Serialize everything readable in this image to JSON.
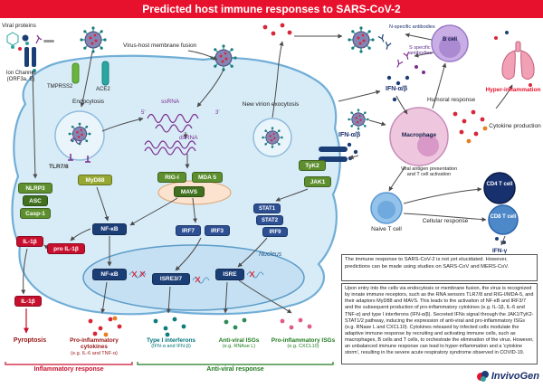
{
  "title": "Predicted host immune responses to SARS-CoV-2",
  "cell": {
    "viral_proteins": "Viral proteins",
    "ion_channel": "Ion Channel (ORF3a, E)",
    "tmprss2": "TMPRSS2",
    "ace2": "ACE2",
    "endocytosis": "Endocytosis",
    "membrane_fusion": "Virus-host membrane fusion",
    "ssrna": "ssRNA",
    "five_prime": "5'",
    "three_prime": "3'",
    "dsrna": "dsRNA",
    "new_virion_exocytosis": "New virion exocytosis",
    "tlr7_8": "TLR7/8",
    "myd88": "MyD88",
    "nlrp3": "NLRP3",
    "asc": "ASC",
    "casp1": "Casp-1",
    "il1b": "IL-1β",
    "pro_il1b": "pro IL-1β",
    "il1b_secreted": "IL-1β",
    "rig_i": "RIG-I",
    "mda5": "MDA 5",
    "mavs": "MAVS",
    "nfkb": "NF-κB",
    "irf7": "IRF7",
    "irf3": "IRF3",
    "tyk2": "TyK2",
    "jak1": "JAK1",
    "stat1": "STAT1",
    "stat2": "STAT2",
    "irf9": "IRF9",
    "nucleus_label": "Nucleus",
    "nfkb_element": "NF-κB",
    "isre3_7": "ISRE3/7",
    "isre": "ISRE"
  },
  "outputs": {
    "pyroptosis": "Pyroptosis",
    "pro_inflammatory_cytokines": "Pro-inflammatory cytokines",
    "pro_inflammatory_cytokines_eg": "(e.g. IL-6 and TNF-α)",
    "type_i_interferons": "Type I interferons",
    "type_i_interferons_eg": "(IFN-α and IFN-β)",
    "anti_viral_isgs": "Anti-viral ISGs",
    "anti_viral_isgs_eg": "(e.g. RNAse L)",
    "pro_inflammatory_isgs": "Pro-inflammatory ISGs",
    "pro_inflammatory_isgs_eg": "(e.g. CXCL10)",
    "inflammatory_response": "Inflammatory response",
    "anti_viral_response": "Anti-viral response"
  },
  "adaptive": {
    "n_specific_antibodies": "N-specific antibodies",
    "s_specific_antibodies": "S specific antibodies",
    "b_cell": "B cell",
    "ifn_alpha_beta": "IFN-α/β",
    "ifn_alpha_beta_receptor": "IFN-α/β",
    "humoral_response": "Humoral response",
    "hyper_inflammation": "Hyper-inflammation",
    "cytokine_production": "Cytokine production",
    "macrophage": "Macrophage",
    "antigen_presentation": "Viral antigen presentation and T cell activation",
    "naive_t_cell": "Naive T cell",
    "cd4_t_cell": "CD4 T cell",
    "cd8_t_cell": "CD8 T cell",
    "cellular_response": "Cellular response",
    "ifn_gamma": "IFN-γ"
  },
  "notes": {
    "prediction_note": "The immune response to SARS-CoV-2 is not yet elucidated. However, predictions can be made using studies on SARS-CoV and MERS-CoV.",
    "mechanism_note": "Upon entry into the cells via endocytosis or membrane fusion, the virus is recognized by innate immune receptors, such as the RNA sensors TLR7/8 and RIG-I/MDA-5, and their adaptors MyD88 and MAVS. This leads to the activation of NF-κB and IRF3/7 and the subsequent production of pro-inflammatory cytokines (e.g. IL-1β, IL-6 and TNF-α) and type I interferons (IFN-α/β). Secreted IFNs signal through the JAK1/TyK2-STAT1/2 pathway, inducing the expression of anti-viral and pro-inflammatory ISGs (e.g. RNase L and CXCL10). Cytokines released by infected cells modulate the adaptive immune response by recruiting and activating immune cells, such as macrophages, B cells and T cells, to orchestrate the elimination of the virus. However, an unbalanced immune response can lead to hyper-inflammation and a 'cytokine storm', resulting in the severe acute respiratory syndrome observed in COVID-19."
  },
  "logo_text": "InvivoGen"
}
